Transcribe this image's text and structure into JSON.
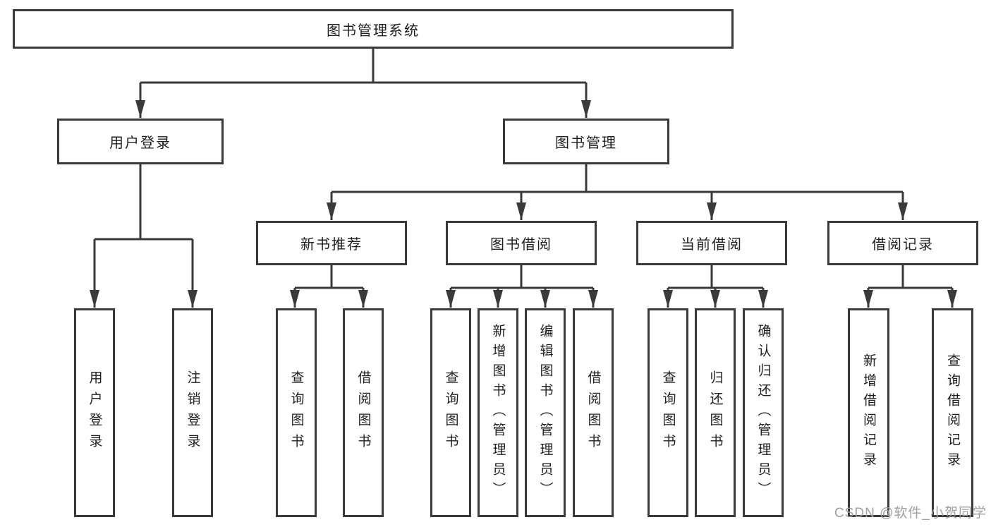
{
  "colors": {
    "line": "#3a3a3a",
    "text": "#1f1f1f",
    "watermark": "#a0a0a0",
    "background": "#ffffff"
  },
  "tree": {
    "label": "图书管理系统",
    "children": [
      {
        "label": "用户登录",
        "children": [
          {
            "label": "用户登录"
          },
          {
            "label": "注销登录"
          }
        ]
      },
      {
        "label": "图书管理",
        "children": [
          {
            "label": "新书推荐",
            "children": [
              {
                "label": "查询图书"
              },
              {
                "label": "借阅图书"
              }
            ]
          },
          {
            "label": "图书借阅",
            "children": [
              {
                "label": "查询图书"
              },
              {
                "label": "新增图书（管理员）"
              },
              {
                "label": "编辑图书（管理员）"
              },
              {
                "label": "借阅图书"
              }
            ]
          },
          {
            "label": "当前借阅",
            "children": [
              {
                "label": "查询图书"
              },
              {
                "label": "归还图书"
              },
              {
                "label": "确认归还（管理员）"
              }
            ]
          },
          {
            "label": "借阅记录",
            "children": [
              {
                "label": "新增借阅记录"
              },
              {
                "label": "查询借阅记录"
              }
            ]
          }
        ]
      }
    ]
  },
  "watermark": {
    "text": "CSDN @软件_小贺同学"
  }
}
